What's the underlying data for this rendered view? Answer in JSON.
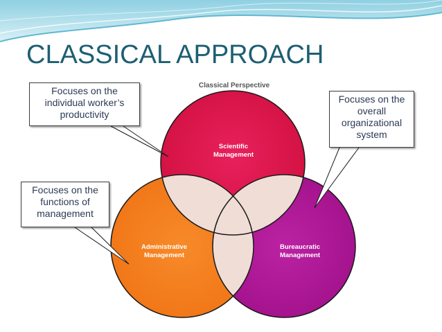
{
  "slide": {
    "title": "CLASSICAL APPROACH"
  },
  "diagram": {
    "header": "Classical Perspective",
    "circles": [
      {
        "id": "scientific",
        "line1": "Scientific",
        "line2": "Management",
        "color": "#e3154f"
      },
      {
        "id": "administrative",
        "line1": "Administrative",
        "line2": "Management",
        "color": "#f58220"
      },
      {
        "id": "bureaucratic",
        "line1": "Bureaucratic",
        "line2": "Management",
        "color": "#b5179e"
      }
    ],
    "overlap_color": "#f0ddd6"
  },
  "callouts": {
    "top_left": [
      "Focuses on the",
      "individual worker’s",
      "productivity"
    ],
    "top_right": [
      "Focuses on the",
      "overall",
      "organizational",
      "system"
    ],
    "middle_left": [
      "Focuses on the",
      "functions of",
      "management"
    ]
  },
  "colors": {
    "title": "#1d5f72",
    "wave_dark": "#5fb8d0",
    "wave_light": "#bfe3ee"
  }
}
